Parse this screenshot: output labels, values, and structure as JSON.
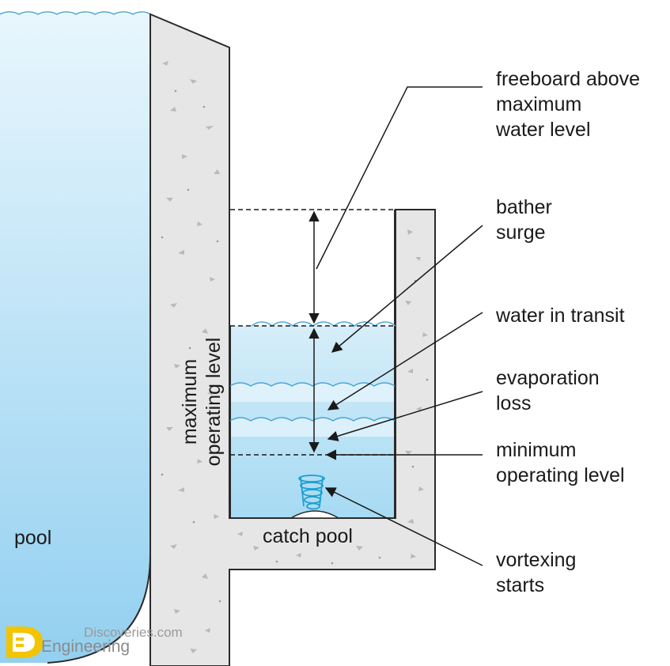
{
  "labels": {
    "freeboard": [
      "freeboard above",
      "maximum",
      "water level"
    ],
    "bather_surge": [
      "bather",
      "surge"
    ],
    "water_in_transit": [
      "water in transit"
    ],
    "evaporation_loss": [
      "evaporation",
      "loss"
    ],
    "minimum_operating_level": [
      "minimum",
      "operating level"
    ],
    "vortexing_starts": [
      "vortexing",
      "starts"
    ],
    "maximum_operating_level": [
      "maximum",
      "operating level"
    ],
    "pool": "pool",
    "catch_pool": "catch pool"
  },
  "watermark": {
    "line1": "Discoveries.com",
    "line2": "Engineering"
  },
  "colors": {
    "water_top": "#e6f5fc",
    "water_bottom": "#9fd6f2",
    "concrete": "#e6e6e6",
    "outline": "#2a2a2a",
    "wave": "#4aa6d6",
    "vortex": "#1e9fd0"
  }
}
